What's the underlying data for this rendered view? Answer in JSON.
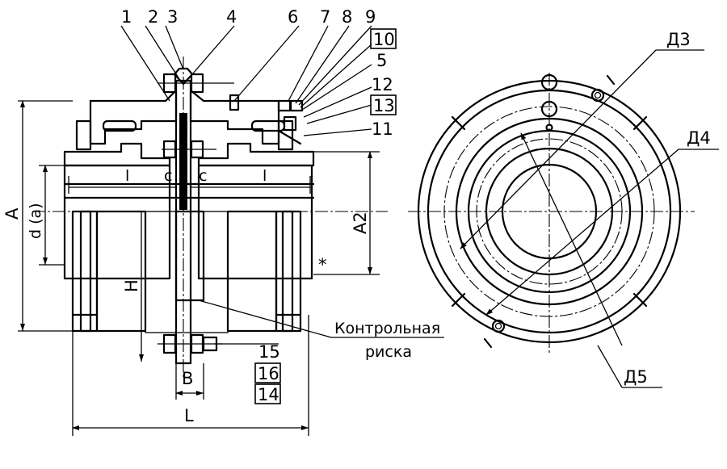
{
  "callouts": {
    "c1": "1",
    "c2": "2",
    "c3": "3",
    "c4": "4",
    "c6": "6",
    "c7": "7",
    "c8": "8",
    "c9": "9",
    "c10": "10",
    "c5": "5",
    "c12": "12",
    "c13": "13",
    "c11": "11",
    "c15": "15",
    "c16": "16",
    "c14": "14"
  },
  "dimensions": {
    "A": "A",
    "d": "d (a)",
    "A2": "A2",
    "H": "H",
    "B": "B",
    "L": "L",
    "l_left": "l",
    "l_right": "l",
    "c_left": "c",
    "c_right": "c",
    "star": "*",
    "D3": "Д3",
    "D4": "Д4",
    "D5": "Д5"
  },
  "note": {
    "line1": "Контрольная",
    "line2": "риска"
  }
}
